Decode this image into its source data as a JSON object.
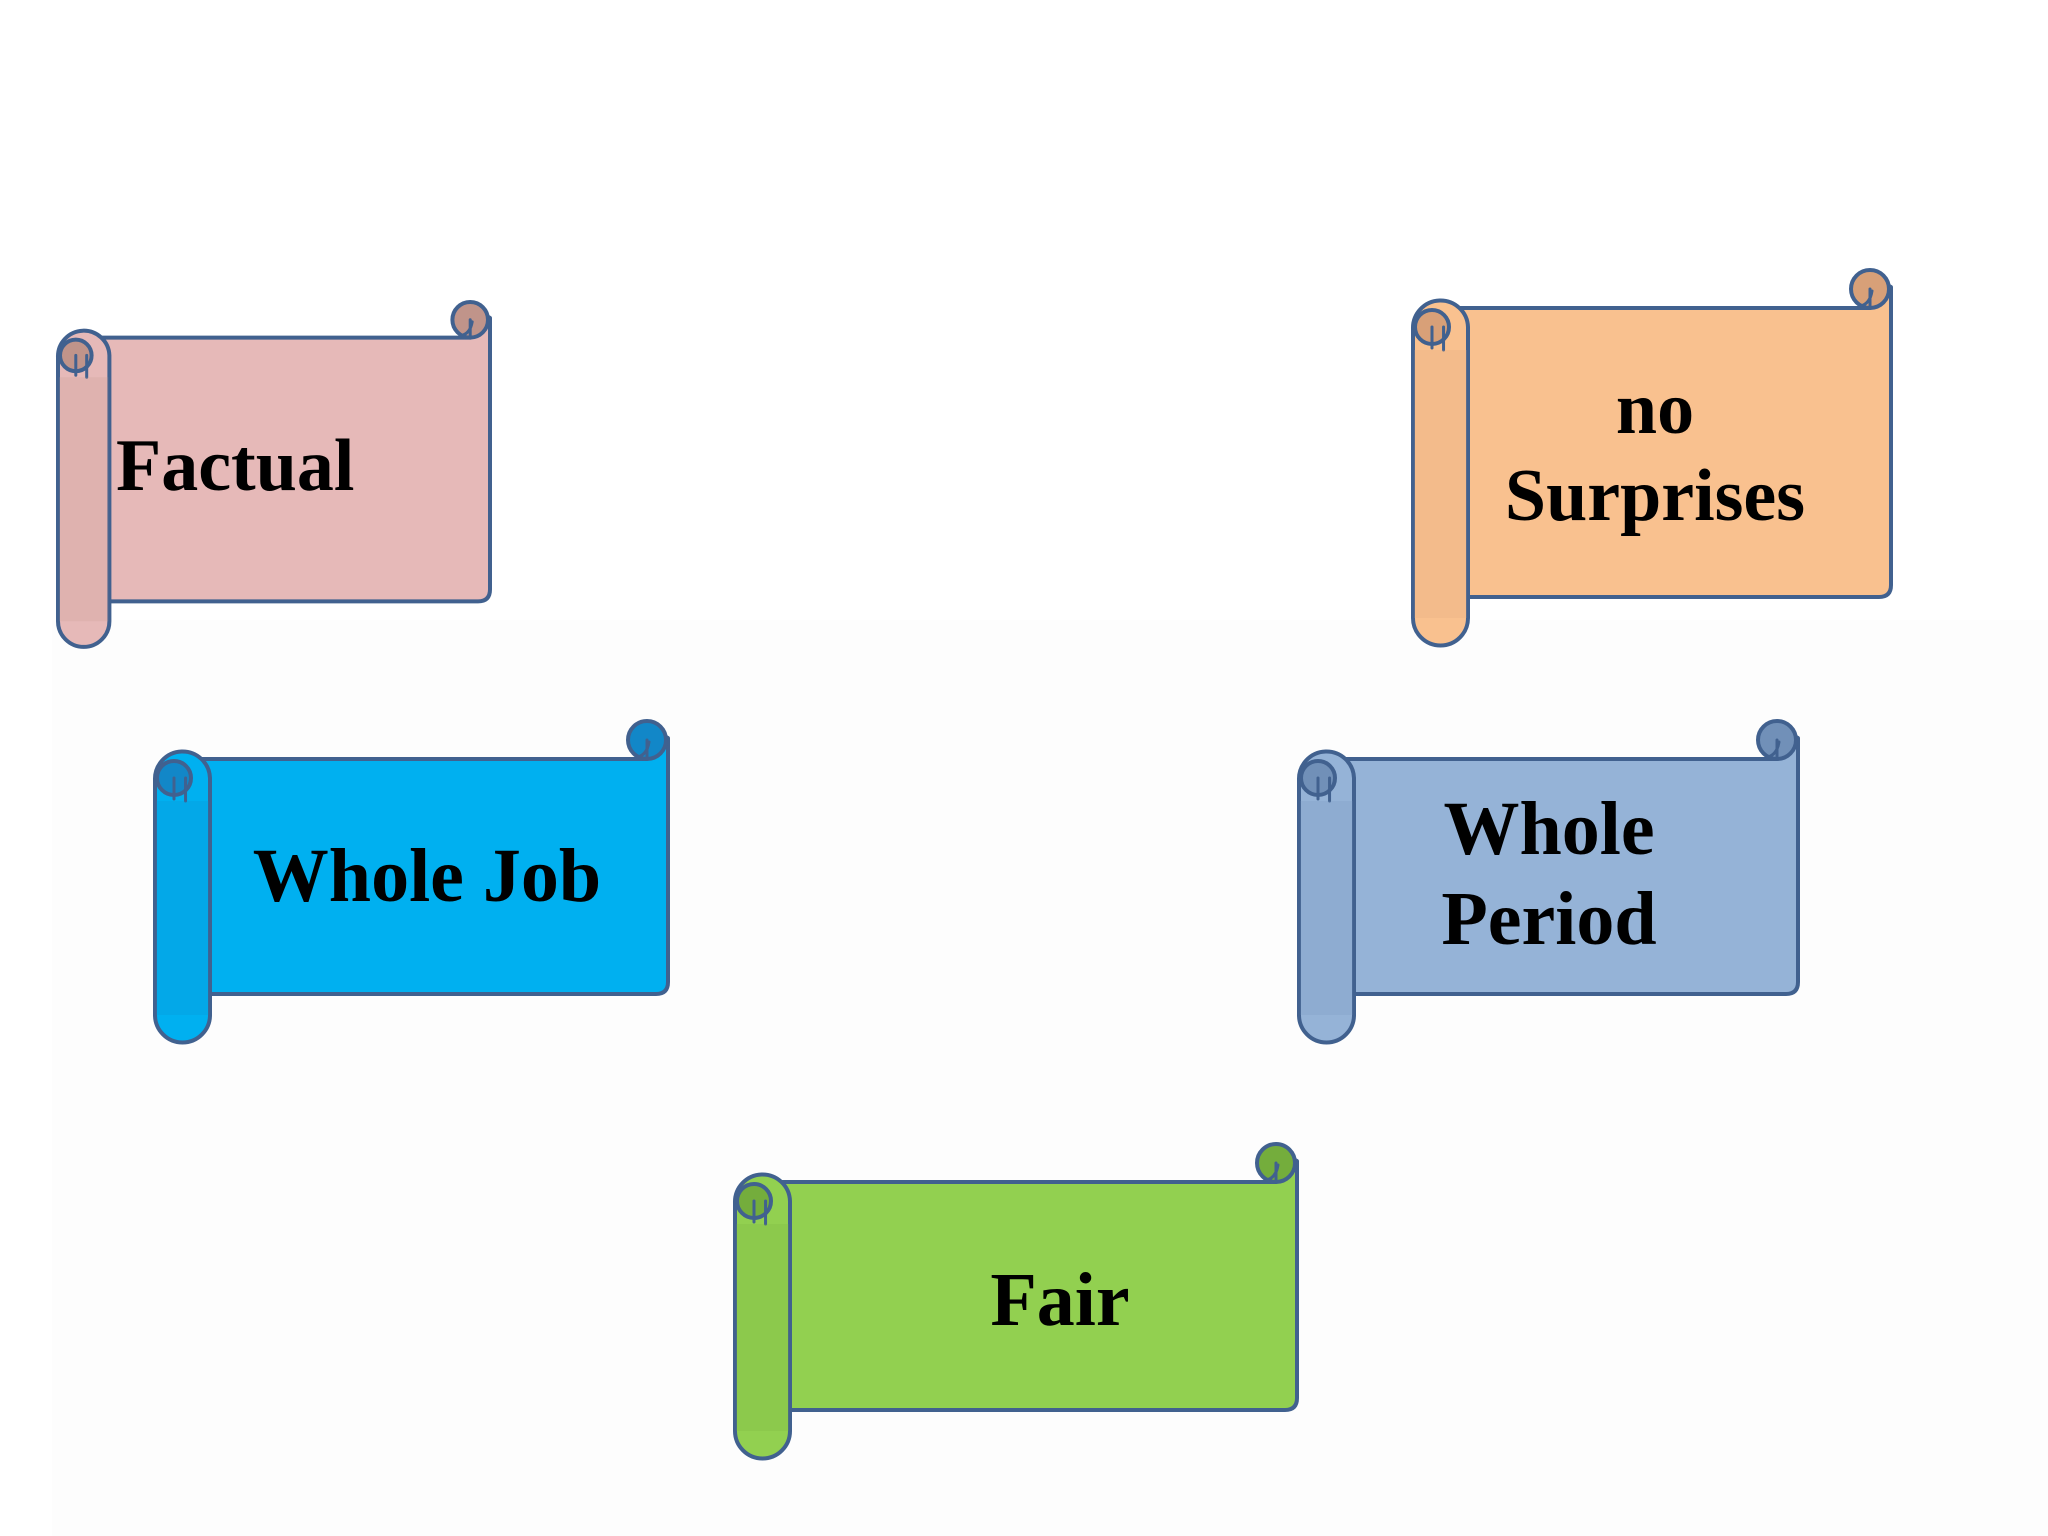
{
  "scrolls": [
    {
      "id": "factual",
      "lines": [
        "Factual"
      ],
      "fill": "#e6b9b8",
      "curl": "#c0948a",
      "stroke": "#41618f"
    },
    {
      "id": "no-surprises",
      "lines": [
        "no",
        "Surprises"
      ],
      "fill": "#f9c18f",
      "curl": "#d8a078",
      "stroke": "#41618f"
    },
    {
      "id": "whole-job",
      "lines": [
        "Whole Job"
      ],
      "fill": "#00b0f0",
      "curl": "#1287c8",
      "stroke": "#41618f"
    },
    {
      "id": "whole-period",
      "lines": [
        "Whole",
        "Period"
      ],
      "fill": "#95b3d7",
      "curl": "#7190b8",
      "stroke": "#41618f"
    },
    {
      "id": "fair",
      "lines": [
        "Fair"
      ],
      "fill": "#92d050",
      "curl": "#74ad3c",
      "stroke": "#41618f"
    }
  ]
}
